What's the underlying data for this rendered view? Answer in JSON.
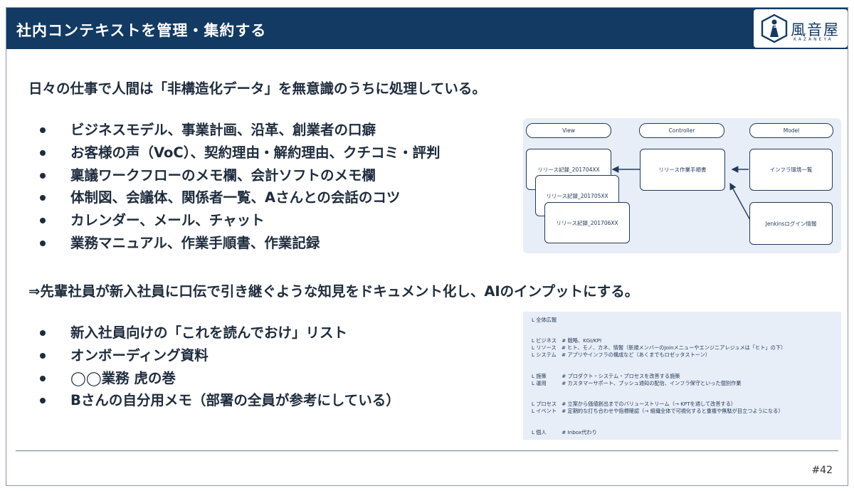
{
  "header": {
    "title": "社内コンテキストを管理・集約する",
    "logo_text": "風音屋",
    "logo_sub": "KAZANEYA"
  },
  "lead": "日々の仕事で人間は「非構造化データ」を無意識のうちに処理している。",
  "bullets_top": [
    "ビジネスモデル、事業計画、沿革、創業者の口癖",
    "お客様の声（VoC）、契約理由・解約理由、クチコミ・評判",
    "稟議ワークフローのメモ欄、会計ソフトのメモ欄",
    "体制図、会議体、関係者一覧、Aさんとの会話のコツ",
    "カレンダー、メール、チャット",
    "業務マニュアル、作業手順書、作業記録"
  ],
  "conclusion": "⇒先輩社員が新入社員に口伝で引き継ぐような知見をドキュメント化し、AIのインプットにする。",
  "bullets_bottom": [
    "新入社員向けの「これを読んでおけ」リスト",
    "オンボーディング資料",
    "◯◯業務 虎の巻",
    "Bさんの自分用メモ（部署の全員が参考にしている）"
  ],
  "diagram": {
    "headers": [
      "View",
      "Controller",
      "Model"
    ],
    "records": [
      "リリース記録_201704XX",
      "リリース記録_201705XX",
      "リリース記録_201706XX"
    ],
    "controller_box": "リリース作業手順書",
    "model_boxes": [
      "インフラ環境一覧",
      "Jenkinsログイン情報"
    ]
  },
  "tree": [
    "L 全体広報",
    "L ビジネス　# 戦略、KGI/KPI",
    "L リソース　# ヒト、モノ、カネ、情報（新規メンバーのJoinメニューやエンジニアレジュメは「ヒト」の下）",
    "L システム　# アプリやインフラの構成など（あくまでもロゼッタストーン）",
    "L 施策　　　# プロダクト・システム・プロセスを改善する施策",
    "L 運用　　　# カスタマーサポート、プッシュ通知の配信、インフラ保守といった個別作業",
    "L プロセス　# 立案から価値創出までのバリューストリーム（→ KPTを通して改善する）",
    "L イベント　# 定期的な打ち合わせや指標確認（→ 組織全体で可視化すると重複や無駄が目立つようになる）",
    "L 個人　　　# Inbox代わり"
  ],
  "page_number": "#42",
  "colors": {
    "header_bg": "#123a63",
    "panel_bg": "#e8eef8",
    "text": "#1f2c3d"
  }
}
